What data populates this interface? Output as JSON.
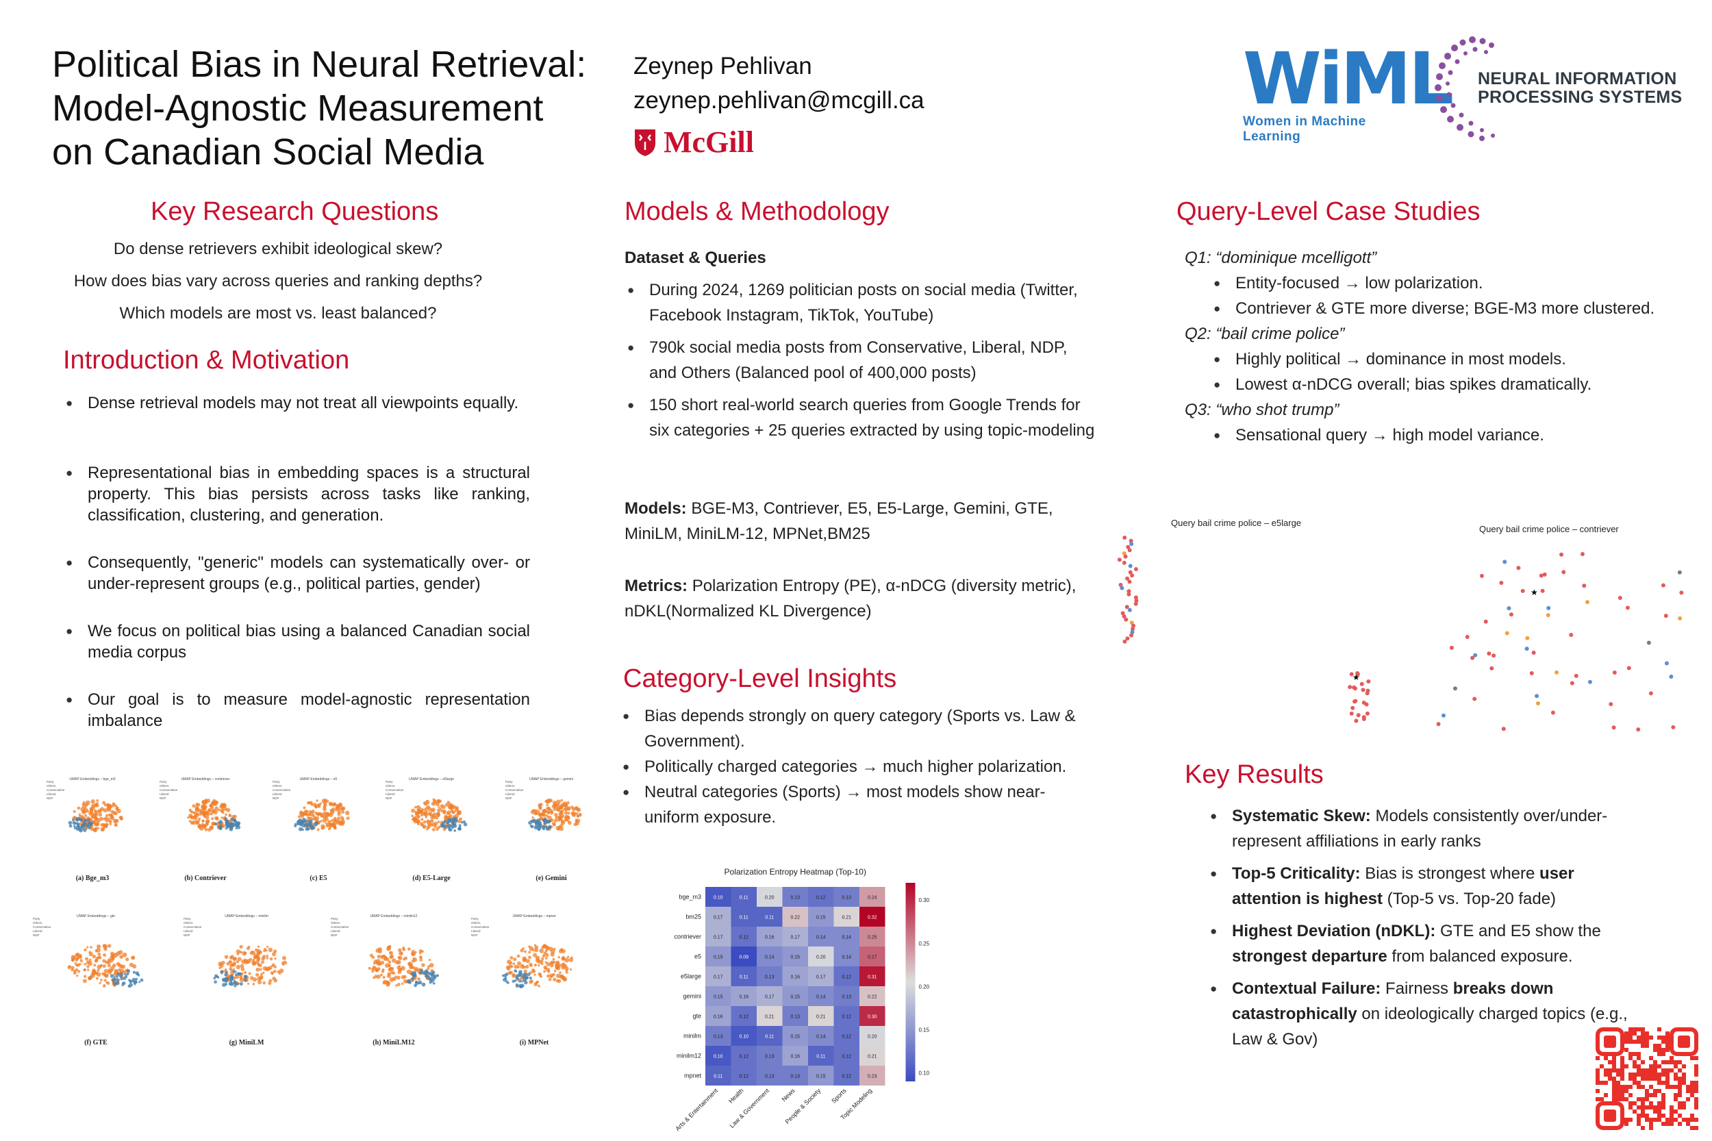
{
  "title": [
    "Political Bias in Neural Retrieval:",
    "Model-Agnostic Measurement",
    "on Canadian Social Media"
  ],
  "author": {
    "name": "Zeynep Pehlivan",
    "email": "zeynep.pehlivan@mcgill.ca",
    "institution": "McGill"
  },
  "logos": {
    "wiml_word": "WiML",
    "wiml_sub": "Women in Machine Learning",
    "neurips": [
      "NEURAL INFORMATION",
      "PROCESSING SYSTEMS"
    ]
  },
  "research_questions": {
    "heading": "Key Research Questions",
    "items": [
      "Do dense retrievers exhibit ideological skew?",
      "How does bias vary across queries and ranking depths?",
      "Which models are most vs. least balanced?"
    ]
  },
  "intro": {
    "heading": "Introduction & Motivation",
    "items": [
      "Dense retrieval models may not treat all viewpoints equally.",
      "Representational bias in embedding spaces is a structural property. This bias persists across tasks like ranking, classification, clustering, and generation.",
      "Consequently, \"generic\" models can systematically over- or under-represent groups (e.g., political parties, gender)",
      "We focus on political bias using a balanced Canadian social media corpus",
      "Our goal is to measure model-agnostic representation imbalance"
    ]
  },
  "umap": {
    "panels": [
      {
        "title": "UMAP Embeddings – bge_m3",
        "caption": "(a) Bge_m3"
      },
      {
        "title": "UMAP Embeddings – contriever",
        "caption": "(b) Contriever"
      },
      {
        "title": "UMAP Embeddings – e5",
        "caption": "(c) E5"
      },
      {
        "title": "UMAP Embeddings – e5large",
        "caption": "(d) E5-Large"
      },
      {
        "title": "UMAP Embeddings – gemini",
        "caption": "(e) Gemini"
      },
      {
        "title": "UMAP Embeddings – gte",
        "caption": "(f) GTE"
      },
      {
        "title": "UMAP Embeddings – minilm",
        "caption": "(g) MiniLM"
      },
      {
        "title": "UMAP Embeddings – minilm12",
        "caption": "(h) MiniLM12"
      },
      {
        "title": "UMAP Embeddings – mpnet",
        "caption": "(i) MPNet"
      }
    ],
    "legend": [
      "Party",
      "Others",
      "Conservative",
      "Liberal",
      "NDP"
    ],
    "colors": {
      "orange": "#f07f2a",
      "blue": "#4a83b0"
    }
  },
  "methods": {
    "heading": "Models & Methodology",
    "dataset_heading": "Dataset & Queries",
    "items": [
      "During 2024, 1269 politician posts on social media (Twitter, Facebook Instagram, TikTok, YouTube)",
      "790k social media posts from Conservative, Liberal, NDP, and Others (Balanced pool of 400,000 posts)",
      "150 short real-world search queries from Google Trends for six categories + 25 queries extracted by using topic-modeling"
    ],
    "models_label": "Models:",
    "models_text": " BGE-M3, Contriever, E5, E5-Large, Gemini, GTE, MiniLM, MiniLM-12, MPNet,BM25",
    "metrics_label": "Metrics:",
    "metrics_text": " Polarization Entropy (PE), α-nDCG (diversity metric), nDKL(Normalized KL Divergence)"
  },
  "category": {
    "heading": "Category-Level Insights",
    "items": [
      "Bias depends strongly on query category (Sports vs. Law & Government).",
      "Politically charged categories → much higher polarization.",
      "Neutral categories (Sports) → most models show near-uniform exposure."
    ]
  },
  "chart_data": {
    "type": "heatmap",
    "title": "Polarization Entropy Heatmap (Top-10)",
    "rows": [
      "bge_m3",
      "bm25",
      "contriever",
      "e5",
      "e5large",
      "gemini",
      "gte",
      "minilm",
      "minilm12",
      "mpnet"
    ],
    "cols": [
      "Arts & Entertainment",
      "Health",
      "Law & Government",
      "News",
      "People & Society",
      "Sports",
      "Topic Modeling"
    ],
    "values": [
      [
        0.1,
        0.11,
        0.2,
        0.13,
        0.12,
        0.13,
        0.24
      ],
      [
        0.17,
        0.11,
        0.11,
        0.22,
        0.15,
        0.21,
        0.32
      ],
      [
        0.17,
        0.12,
        0.16,
        0.17,
        0.14,
        0.14,
        0.25
      ],
      [
        0.15,
        0.09,
        0.14,
        0.15,
        0.2,
        0.14,
        0.27
      ],
      [
        0.17,
        0.11,
        0.13,
        0.16,
        0.17,
        0.12,
        0.31
      ],
      [
        0.15,
        0.16,
        0.17,
        0.15,
        0.14,
        0.13,
        0.22
      ],
      [
        0.16,
        0.12,
        0.21,
        0.13,
        0.21,
        0.12,
        0.3
      ],
      [
        0.13,
        0.1,
        0.11,
        0.15,
        0.14,
        0.12,
        0.2
      ],
      [
        0.1,
        0.12,
        0.13,
        0.16,
        0.11,
        0.12,
        0.21
      ],
      [
        0.11,
        0.12,
        0.13,
        0.13,
        0.15,
        0.12,
        0.23
      ]
    ],
    "colorbar_ticks": [
      0.1,
      0.15,
      0.2,
      0.25,
      0.3
    ],
    "colorbar_labels": [
      "0.10",
      "0.15",
      "0.20",
      "0.25",
      "0.30"
    ],
    "vmin": 0.09,
    "vmax": 0.32,
    "colormap": "coolwarm"
  },
  "cases": {
    "heading": "Query-Level Case Studies",
    "q1": "Q1: “dominique mcelligott”",
    "q1_items": [
      "Entity-focused → low polarization.",
      "Contriever & GTE more diverse; BGE-M3 more clustered."
    ],
    "q2": "Q2: “bail crime police”",
    "q2_items": [
      "Highly political → dominance in most models.",
      "Lowest α-nDCG overall; bias spikes dramatically."
    ],
    "q3": "Q3: “who shot trump”",
    "q3_items": [
      "Sensational query → high model variance."
    ],
    "scatter_left_title": "Query bail crime police – e5large",
    "scatter_right_title": "Query bail crime police – contriever"
  },
  "results": {
    "heading": "Key Results",
    "r1_b": "Systematic Skew:",
    "r1_t": " Models consistently over/under-represent affiliations in early ranks",
    "r2_b": "Top-5 Criticality:",
    "r2_t1": " Bias is strongest where ",
    "r2_b2": "user attention is highest",
    "r2_t2": " (Top-5 vs. Top-20 fade)",
    "r3_b": "Highest Deviation (nDKL):",
    "r3_t1": " GTE and E5 show the ",
    "r3_b2": "strongest departure",
    "r3_t2": " from balanced exposure.",
    "r4_b": "Contextual Failure:",
    "r4_t1": " Fairness ",
    "r4_b2": "breaks down catastrophically",
    "r4_t2": " on ideologically charged topics (e.g., Law & Gov)"
  }
}
